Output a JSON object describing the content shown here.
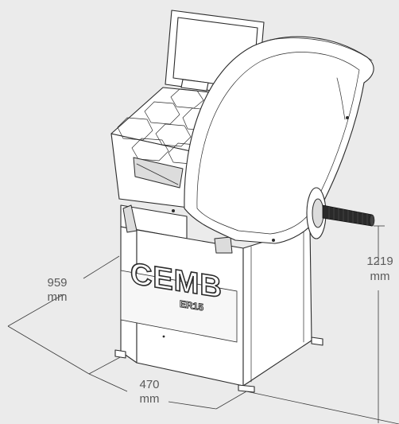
{
  "dimensions": {
    "depth": {
      "value": "959",
      "unit": "mm"
    },
    "width": {
      "value": "470",
      "unit": "mm"
    },
    "height": {
      "value": "1219",
      "unit": "mm"
    }
  },
  "brand": {
    "logo": "CEMB",
    "model": "ER15"
  },
  "colors": {
    "background": "#ebebeb",
    "line": "#2b2b2b",
    "body": "#ffffff",
    "dimension_text": "#5a5a5a"
  }
}
